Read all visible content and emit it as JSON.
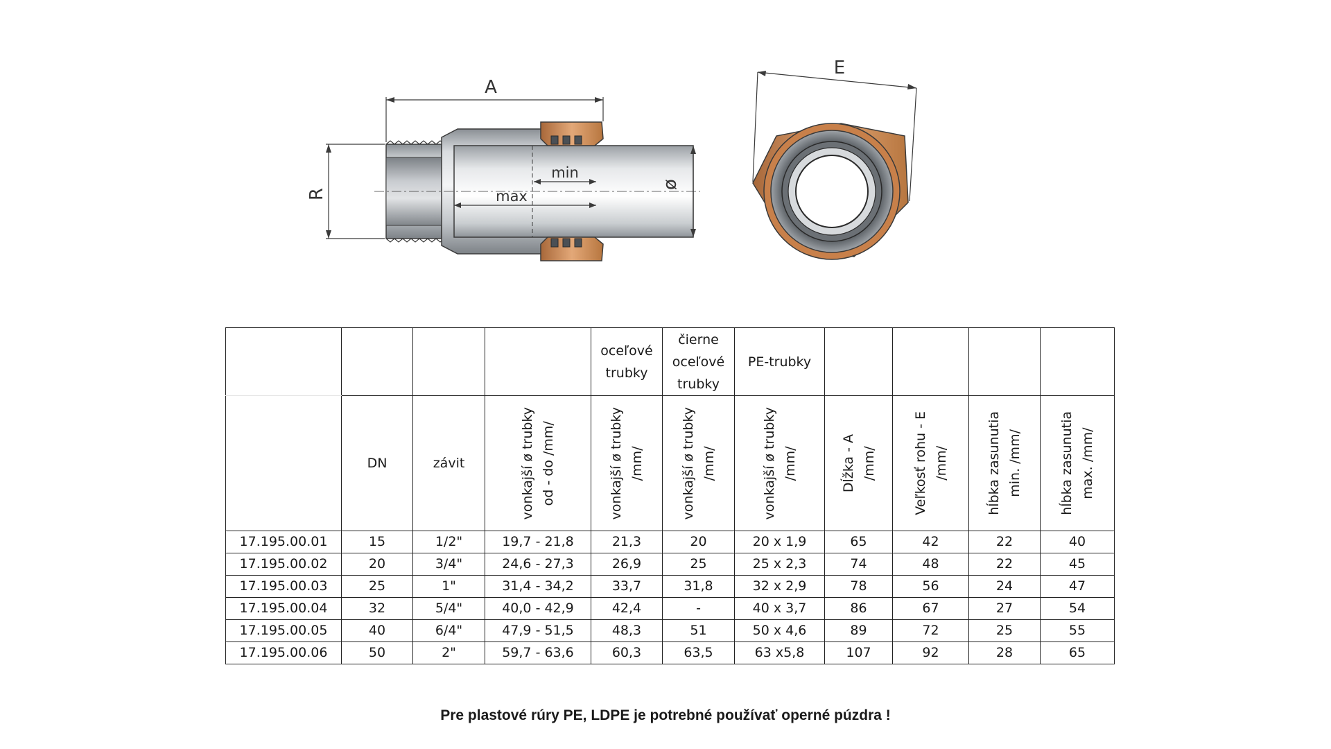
{
  "drawing": {
    "labels": {
      "a": "A",
      "r": "R",
      "phi": "ø",
      "min": "min",
      "max": "max",
      "e": "E"
    },
    "colors": {
      "bronze": "#c8804a",
      "steel": "#bfc3c7",
      "line": "#3a3a3a"
    }
  },
  "table": {
    "group_headers": {
      "steel": [
        "oceľové",
        "trubky"
      ],
      "black_steel": [
        "čierne",
        "oceľové",
        "trubky"
      ],
      "pe": [
        "PE-trubky"
      ]
    },
    "column_headers": {
      "dn": "DN",
      "thread": "závit",
      "outer_from_to": [
        "vonkajší ø trubky",
        "od - do /mm/"
      ],
      "outer_steel": [
        "vonkajší ø trubky",
        "/mm/"
      ],
      "outer_black_steel": [
        "vonkajší ø trubky",
        "/mm/"
      ],
      "outer_pe": [
        "vonkajší ø trubky",
        "/mm/"
      ],
      "length_a": [
        "Dĺžka - A",
        "/mm/"
      ],
      "size_e": [
        "Veľkosť rohu - E",
        "/mm/"
      ],
      "depth_min": [
        "hĺbka zasunutia",
        "min. /mm/"
      ],
      "depth_max": [
        "hĺbka zasunutia",
        "max. /mm/"
      ]
    },
    "rows": [
      [
        "17.195.00.01",
        "15",
        "1/2\"",
        "19,7 - 21,8",
        "21,3",
        "20",
        "20 x 1,9",
        "65",
        "42",
        "22",
        "40"
      ],
      [
        "17.195.00.02",
        "20",
        "3/4\"",
        "24,6 - 27,3",
        "26,9",
        "25",
        "25 x 2,3",
        "74",
        "48",
        "22",
        "45"
      ],
      [
        "17.195.00.03",
        "25",
        "1\"",
        "31,4 - 34,2",
        "33,7",
        "31,8",
        "32 x 2,9",
        "78",
        "56",
        "24",
        "47"
      ],
      [
        "17.195.00.04",
        "32",
        "5/4\"",
        "40,0 - 42,9",
        "42,4",
        "-",
        "40 x 3,7",
        "86",
        "67",
        "27",
        "54"
      ],
      [
        "17.195.00.05",
        "40",
        "6/4\"",
        "47,9 - 51,5",
        "48,3",
        "51",
        "50 x 4,6",
        "89",
        "72",
        "25",
        "55"
      ],
      [
        "17.195.00.06",
        "50",
        "2\"",
        "59,7 - 63,6",
        "60,3",
        "63,5",
        "63 x5,8",
        "107",
        "92",
        "28",
        "65"
      ]
    ]
  },
  "footnote": "Pre plastové rúry PE, LDPE je potrebné používať operné púzdra !"
}
